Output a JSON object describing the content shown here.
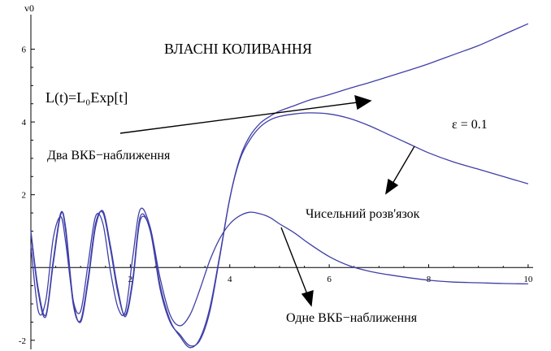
{
  "chart_data": {
    "type": "line",
    "title": "ВЛАСНІ КОЛИВАННЯ",
    "ylabel": "v0",
    "xlim": [
      0,
      10.1
    ],
    "ylim": [
      -2.25,
      6.95
    ],
    "x_ticks": [
      2,
      4,
      6,
      8,
      10
    ],
    "y_ticks": [
      -2,
      2,
      4,
      6
    ],
    "grid": false,
    "annotations": {
      "formula": "L(t)=L₀Exp[t]",
      "epsilon": "ε = 0.1",
      "two_wkb": "Два ВКБ−наближення",
      "numerical": "Чисельний розв'язок",
      "one_wkb": "Одне ВКБ−наближення"
    },
    "series": [
      {
        "x": [
          0,
          0.15,
          0.3,
          0.45,
          0.6,
          0.7,
          0.85,
          1.0,
          1.15,
          1.3,
          1.45,
          1.6,
          1.75,
          1.9,
          2.05,
          2.2,
          2.4,
          2.6,
          2.8,
          3.0,
          3.2,
          3.4,
          3.6,
          3.8,
          4.0,
          4.2,
          4.4,
          4.6,
          4.8,
          5.0,
          5.3,
          5.6,
          6.0,
          6.4,
          6.8,
          7.2,
          7.6,
          8.0,
          8.5,
          9.0,
          9.5,
          10.0
        ],
        "values": [
          1.0,
          -0.6,
          -1.3,
          0.2,
          1.5,
          1.0,
          -1.0,
          -1.45,
          -0.3,
          1.2,
          1.5,
          0.5,
          -0.7,
          -1.3,
          -0.3,
          1.4,
          1.0,
          -0.6,
          -1.5,
          -1.85,
          -2.15,
          -2.0,
          -1.2,
          0.3,
          1.9,
          3.0,
          3.6,
          3.95,
          4.15,
          4.3,
          4.45,
          4.6,
          4.75,
          4.92,
          5.08,
          5.25,
          5.42,
          5.6,
          5.85,
          6.1,
          6.4,
          6.7
        ]
      },
      {
        "x": [
          0,
          0.15,
          0.3,
          0.45,
          0.6,
          0.7,
          0.85,
          1.0,
          1.15,
          1.3,
          1.45,
          1.6,
          1.75,
          1.9,
          2.05,
          2.2,
          2.4,
          2.6,
          2.8,
          3.0,
          3.2,
          3.4,
          3.6,
          3.8,
          4.0,
          4.2,
          4.4,
          4.6,
          4.8,
          5.0,
          5.3,
          5.6,
          6.0,
          6.4,
          6.8,
          7.2,
          7.6,
          8.0,
          8.5,
          9.0,
          9.5,
          10.0
        ],
        "values": [
          0.95,
          -0.7,
          -1.35,
          0.1,
          1.45,
          1.1,
          -0.9,
          -1.5,
          -0.4,
          1.1,
          1.55,
          0.6,
          -0.6,
          -1.35,
          -0.4,
          1.3,
          1.05,
          -0.5,
          -1.45,
          -1.9,
          -2.2,
          -1.95,
          -1.1,
          0.35,
          1.9,
          2.95,
          3.5,
          3.85,
          4.05,
          4.15,
          4.22,
          4.25,
          4.22,
          4.1,
          3.9,
          3.65,
          3.4,
          3.15,
          2.9,
          2.7,
          2.5,
          2.3
        ]
      },
      {
        "x": [
          0,
          0.15,
          0.3,
          0.45,
          0.6,
          0.7,
          0.85,
          1.0,
          1.15,
          1.3,
          1.45,
          1.6,
          1.75,
          1.9,
          2.05,
          2.2,
          2.4,
          2.6,
          2.8,
          3.0,
          3.2,
          3.4,
          3.6,
          3.8,
          4.0,
          4.2,
          4.4,
          4.6,
          4.8,
          5.0,
          5.3,
          5.6,
          6.0,
          6.4,
          6.8,
          7.2,
          7.6,
          8.0,
          8.5,
          9.0,
          9.5,
          10.0
        ],
        "values": [
          0.6,
          -1.2,
          -0.9,
          0.8,
          1.4,
          0.7,
          -0.9,
          -1.2,
          0.1,
          1.4,
          1.2,
          -0.1,
          -1.1,
          -1.2,
          0.3,
          1.6,
          1.1,
          -0.3,
          -1.3,
          -1.6,
          -1.3,
          -0.6,
          0.2,
          0.8,
          1.2,
          1.42,
          1.52,
          1.48,
          1.38,
          1.2,
          0.95,
          0.65,
          0.3,
          0.05,
          -0.1,
          -0.2,
          -0.28,
          -0.35,
          -0.4,
          -0.42,
          -0.44,
          -0.45
        ]
      }
    ]
  }
}
